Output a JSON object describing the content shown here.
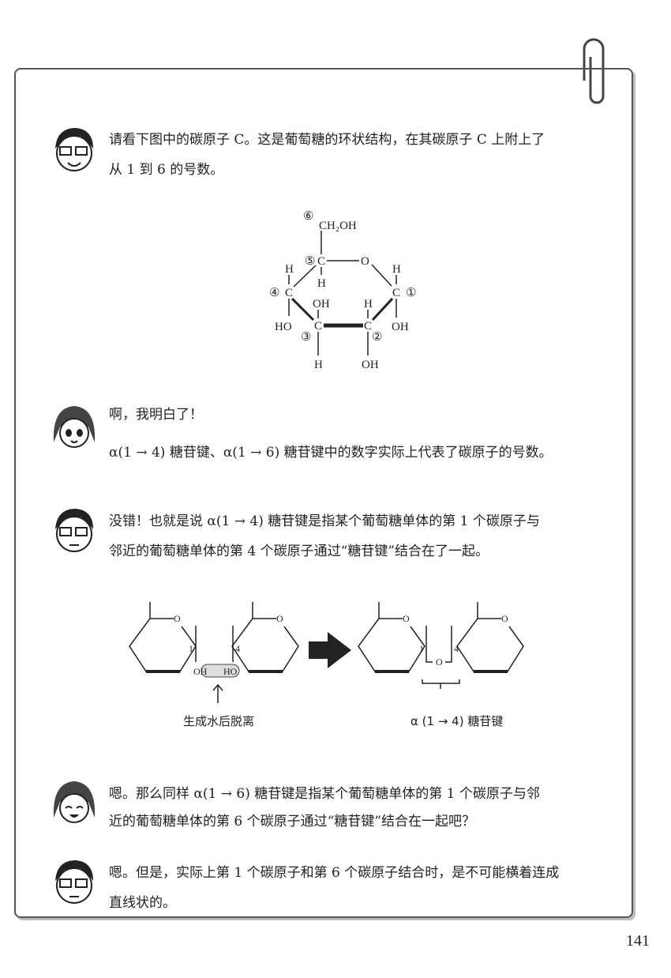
{
  "dialogues": [
    {
      "speaker": "glasses-boy",
      "lines": [
        "请看下图中的碳原子 C。这是葡萄糖的环状结构，在其碳原子 C 上附上了",
        "从 1 到 6 的号数。"
      ]
    },
    {
      "speaker": "girl",
      "lines": [
        "啊，我明白了！",
        "α(1 → 4) 糖苷键、α(1 → 6) 糖苷键中的数字实际上代表了碳原子的号数。"
      ]
    },
    {
      "speaker": "glasses-boy",
      "lines": [
        "没错！也就是说 α(1 → 4) 糖苷键是指某个葡萄糖单体的第 1 个碳原子与",
        "邻近的葡萄糖单体的第 4 个碳原子通过“糖苷键”结合在了一起。"
      ]
    },
    {
      "speaker": "girl",
      "lines": [
        "嗯。那么同样 α(1 → 6) 糖苷键是指某个葡萄糖单体的第 1 个碳原子与邻",
        "近的葡萄糖单体的第 6 个碳原子通过“糖苷键”结合在一起吧？"
      ]
    },
    {
      "speaker": "glasses-boy",
      "lines": [
        "嗯。但是，实际上第 1 个碳原子和第 6 个碳原子结合时，是不可能横着连成",
        "直线状的。"
      ]
    }
  ],
  "glucose": {
    "n6": "⑥",
    "ch2oh": "CH₂OH",
    "n5": "⑤",
    "c": "C",
    "o": "O",
    "h": "H",
    "oh": "OH",
    "ho": "HO",
    "n1": "①",
    "n2": "②",
    "n3": "③",
    "n4": "④"
  },
  "bond_diagram": {
    "o": "O",
    "one": "1",
    "four": "4",
    "oh": "OH",
    "ho": "HO",
    "left_caption": "生成水后脱离",
    "right_caption": "α (1 → 4) 糖苷键"
  },
  "page_number": "141"
}
